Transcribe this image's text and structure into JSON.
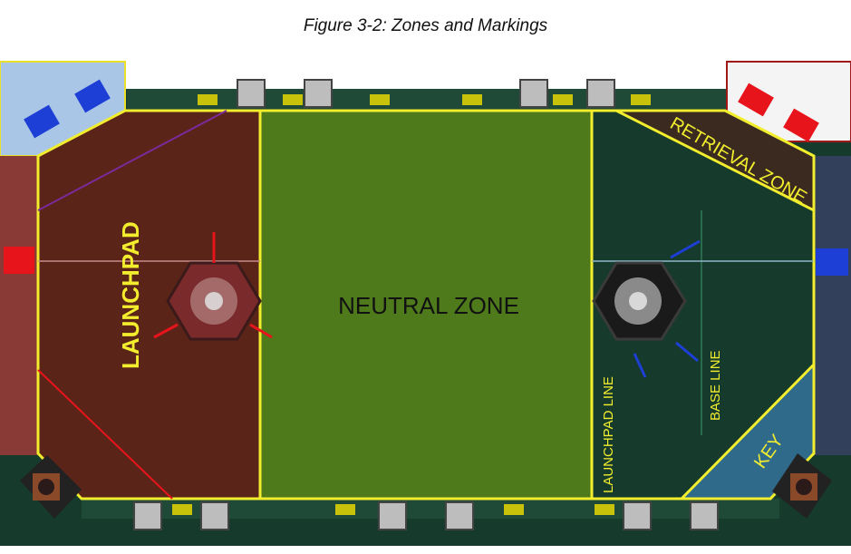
{
  "figure": {
    "caption": "Figure 3-2: Zones and Markings"
  },
  "zones": {
    "neutral": "NEUTRAL ZONE",
    "launchpad": "LAUNCHPAD",
    "retrieval": "RETRIEVAL ZONE",
    "key": "KEY"
  },
  "lines": {
    "launchpad_line": "LAUNCHPAD LINE",
    "base_line": "BASE LINE"
  },
  "colors": {
    "field_floor": "#163a2c",
    "red_zone": "#5b2418",
    "neutral_zone": "#4f7a1c",
    "zone_border": "#f2ee2e",
    "red_alliance": "#e8141c",
    "blue_alliance": "#1d3fd6",
    "key_zone": "#2f6a8a"
  }
}
